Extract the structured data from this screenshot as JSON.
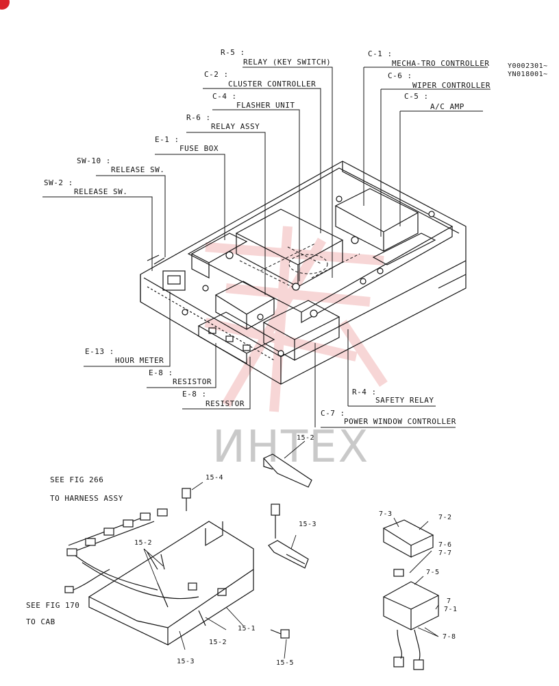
{
  "serial_codes": [
    "Y0002301~",
    "YN018001~"
  ],
  "watermark": "ИНТЕХ",
  "top_labels": [
    {
      "code": "R-5 :",
      "name": "RELAY (KEY SWITCH)"
    },
    {
      "code": "C-2 :",
      "name": "CLUSTER CONTROLLER"
    },
    {
      "code": "C-4 :",
      "name": "FLASHER UNIT"
    },
    {
      "code": "R-6 :",
      "name": "RELAY ASSY"
    },
    {
      "code": "E-1 :",
      "name": "FUSE BOX"
    },
    {
      "code": "SW-10 :",
      "name": "RELEASE SW."
    },
    {
      "code": "SW-2 :",
      "name": "RELEASE SW."
    },
    {
      "code": "C-1 :",
      "name": "MECHA-TRO CONTROLLER"
    },
    {
      "code": "C-6 :",
      "name": "WIPER CONTROLLER"
    },
    {
      "code": "C-5 :",
      "name": "A/C AMP"
    }
  ],
  "bottom_labels": [
    {
      "code": "E-13 :",
      "name": "HOUR METER"
    },
    {
      "code": "E-8 :",
      "name": "RESISTOR"
    },
    {
      "code": "E-8 :",
      "name": "RESISTOR"
    },
    {
      "code": "R-4 :",
      "name": "SAFETY RELAY"
    },
    {
      "code": "C-7 :",
      "name": "POWER WINDOW CONTROLLER"
    }
  ],
  "see_fig_266": [
    "SEE FIG 266",
    "TO HARNESS ASSY"
  ],
  "see_fig_170": [
    "SEE FIG 170",
    "TO CAB"
  ],
  "part_numbers": [
    "15-4",
    "15-2",
    "15-2",
    "15-3",
    "15-2",
    "15-1",
    "15-3",
    "15-5",
    "7-3",
    "7-2",
    "7-6",
    "7-7",
    "7-5",
    "7",
    "7-1",
    "7-8"
  ]
}
